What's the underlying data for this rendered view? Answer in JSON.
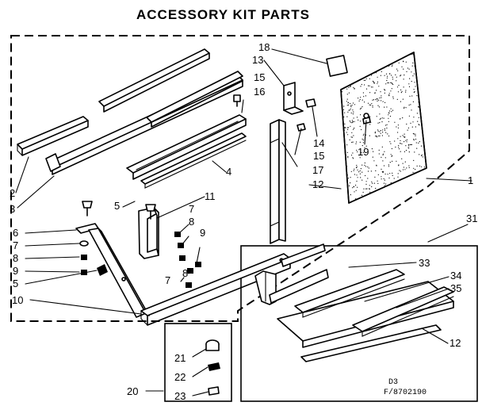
{
  "title": "ACCESSORY KIT PARTS",
  "labels": {
    "l1": "1",
    "l2": "2",
    "l3": "3",
    "l4": "4",
    "l5a": "5",
    "l5b": "5",
    "l6": "6",
    "l7a": "7",
    "l7b": "7",
    "l7c": "7",
    "l8a": "8",
    "l8b": "8",
    "l8c": "8",
    "l9a": "9",
    "l9b": "9",
    "l10": "10",
    "l11": "11",
    "l12a": "12",
    "l12b": "12",
    "l13": "13",
    "l14": "14",
    "l15a": "15",
    "l15b": "15",
    "l16": "16",
    "l17": "17",
    "l18": "18",
    "l19": "19",
    "l20": "20",
    "l21": "21",
    "l22": "22",
    "l23": "23",
    "l31": "31",
    "l33": "33",
    "l34": "34",
    "l35": "35"
  },
  "drawing_code": {
    "line1": "D3",
    "line2": "F/8702190"
  }
}
